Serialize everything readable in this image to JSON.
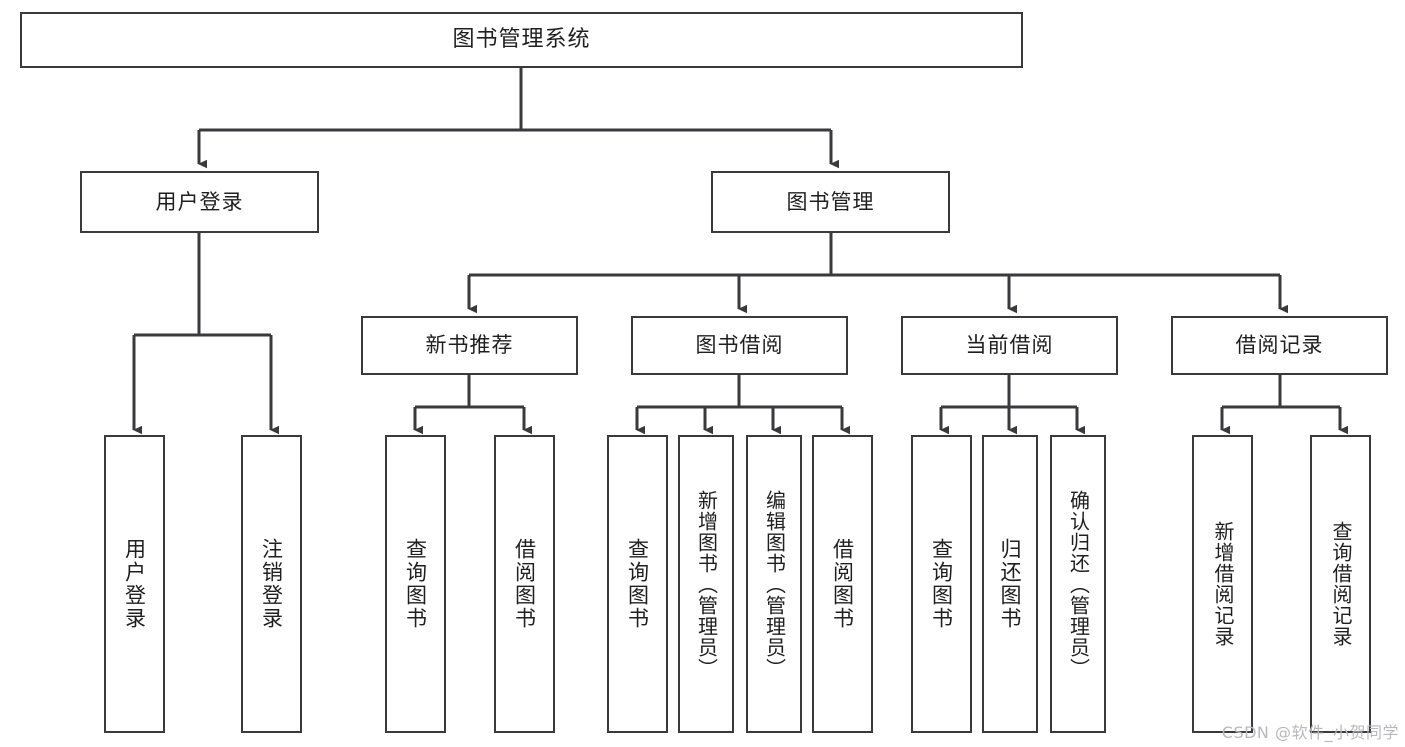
{
  "diagram": {
    "title": "图书管理系统",
    "type": "tree-hierarchy",
    "watermark": "CSDN @软件_小贺同学",
    "colors": {
      "stroke": "#3a3a3c",
      "fill": "#ffffff",
      "text": "#1f1f1f",
      "watermark": "#b9b9bd"
    },
    "nodes": {
      "root": {
        "label": "图书管理系统"
      },
      "level1": [
        {
          "id": "user-login",
          "label": "用户登录"
        },
        {
          "id": "book-manage",
          "label": "图书管理"
        }
      ],
      "level2": [
        {
          "id": "new-book-rec",
          "label": "新书推荐"
        },
        {
          "id": "book-borrow",
          "label": "图书借阅"
        },
        {
          "id": "current-borrow",
          "label": "当前借阅"
        },
        {
          "id": "borrow-record",
          "label": "借阅记录"
        }
      ],
      "leaves": {
        "user-login": [
          {
            "id": "leaf-user-login",
            "label": "用户登录"
          },
          {
            "id": "leaf-user-logout",
            "label": "注销登录"
          }
        ],
        "new-book-rec": [
          {
            "id": "leaf-query-book-1",
            "label": "查询图书"
          },
          {
            "id": "leaf-borrow-book-1",
            "label": "借阅图书"
          }
        ],
        "book-borrow": [
          {
            "id": "leaf-query-book-2",
            "label": "查询图书"
          },
          {
            "id": "leaf-add-book",
            "label": "新增图书（管理员）"
          },
          {
            "id": "leaf-edit-book",
            "label": "编辑图书（管理员）"
          },
          {
            "id": "leaf-borrow-book-2",
            "label": "借阅图书"
          }
        ],
        "current-borrow": [
          {
            "id": "leaf-query-book-3",
            "label": "查询图书"
          },
          {
            "id": "leaf-return-book",
            "label": "归还图书"
          },
          {
            "id": "leaf-confirm-return",
            "label": "确认归还（管理员）"
          }
        ],
        "borrow-record": [
          {
            "id": "leaf-add-record",
            "label": "新增借阅记录"
          },
          {
            "id": "leaf-query-record",
            "label": "查询借阅记录"
          }
        ]
      }
    }
  }
}
